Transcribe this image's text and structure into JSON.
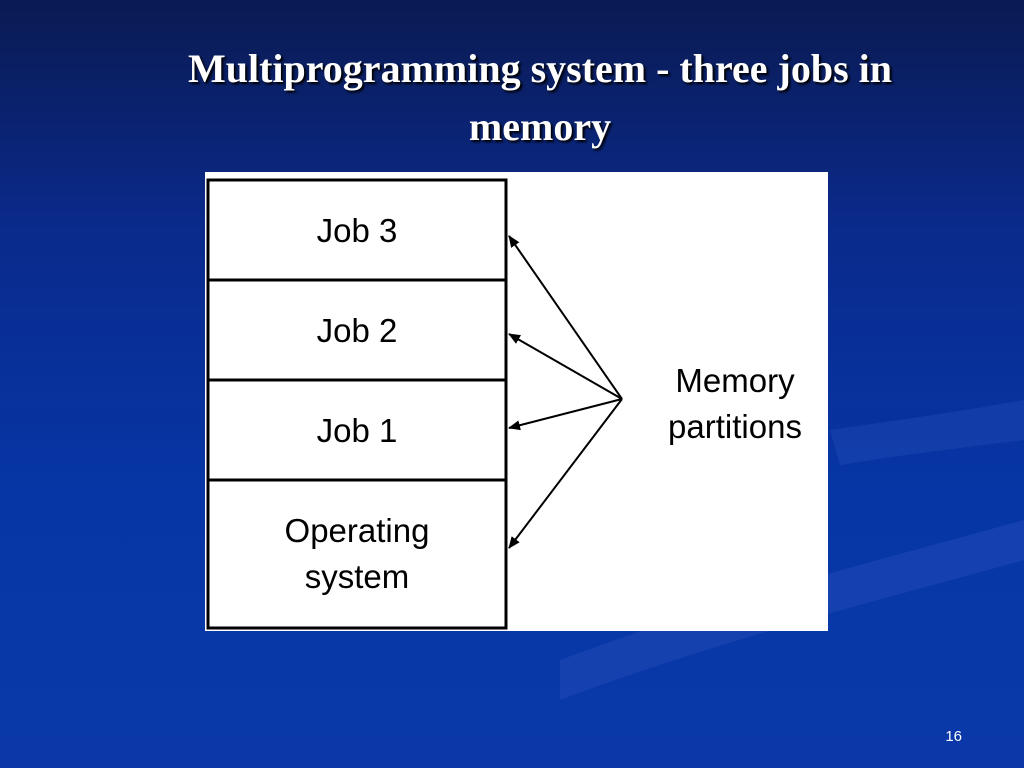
{
  "slide": {
    "title_line1": "Multiprogramming system - three jobs in",
    "title_line2": "memory",
    "page_number": "16"
  },
  "diagram": {
    "blocks": [
      {
        "lines": [
          "Job 3"
        ]
      },
      {
        "lines": [
          "Job 2"
        ]
      },
      {
        "lines": [
          "Job 1"
        ]
      },
      {
        "lines": [
          "Operating",
          "system"
        ]
      }
    ],
    "partition_label_line1": "Memory",
    "partition_label_line2": "partitions"
  },
  "colors": {
    "background_top": "#0a1a52",
    "background_bottom": "#0636a6",
    "title_text": "#ffffff",
    "diagram_background": "#ffffff",
    "diagram_lines": "#000000"
  }
}
